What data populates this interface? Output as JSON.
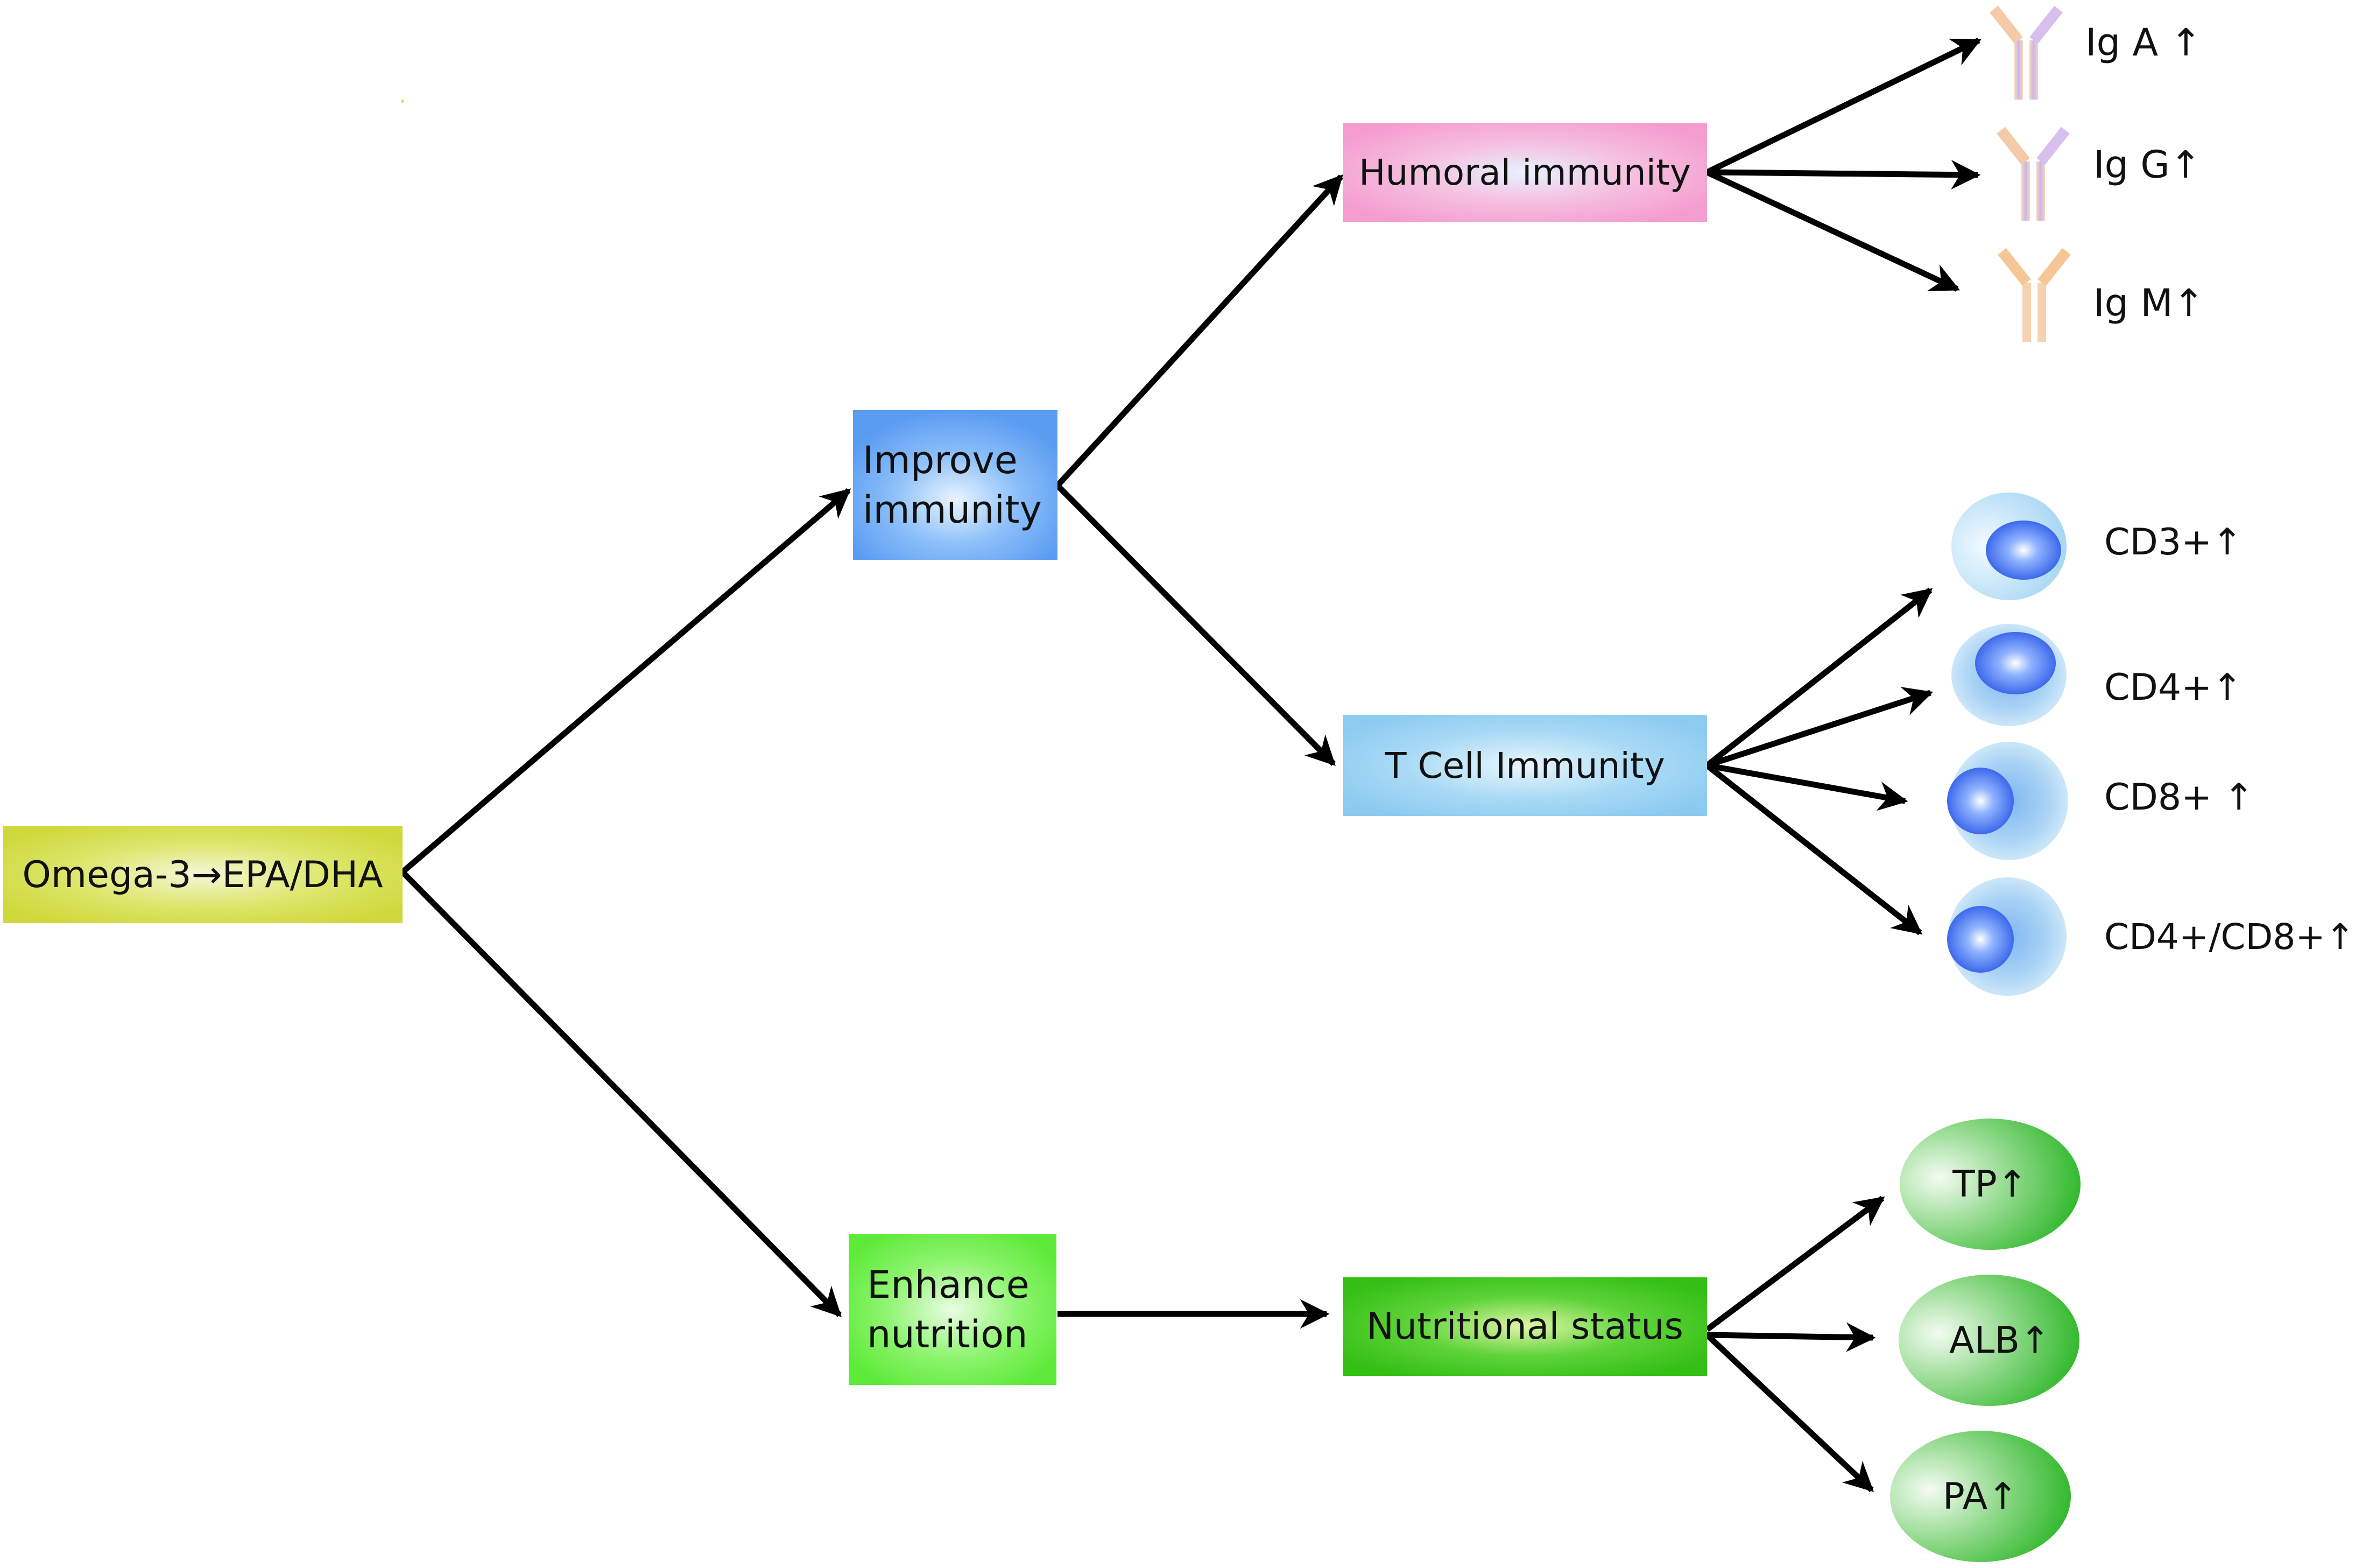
{
  "nodes": {
    "source": "Omega-3→EPA/DHA",
    "improve_immunity": [
      "Improve",
      "immunity"
    ],
    "enhance_nutrition": [
      "Enhance",
      "nutrition"
    ],
    "humoral": "Humoral immunity",
    "tcell": "T Cell Immunity",
    "nutritional_status": "Nutritional status"
  },
  "antibodies": [
    {
      "label": "Ig A ↑"
    },
    {
      "label": "Ig G↑"
    },
    {
      "label": "Ig M↑"
    }
  ],
  "cells": [
    {
      "label": "CD3+↑"
    },
    {
      "label": "CD4+↑"
    },
    {
      "label": "CD8+ ↑"
    },
    {
      "label": "CD4+/CD8+↑"
    }
  ],
  "nutrition_markers": [
    {
      "label": "TP↑"
    },
    {
      "label": "ALB↑"
    },
    {
      "label": "PA↑"
    }
  ],
  "colors": {
    "source": "#d6e04a",
    "immunity": "#6aaaf5",
    "humoral": "#f7aed6",
    "tcell": "#9fd4f3",
    "enhance": "#6ef04a",
    "nutritional": "#3cc81e",
    "marker": "#3fc23a",
    "arrow": "#000000"
  }
}
